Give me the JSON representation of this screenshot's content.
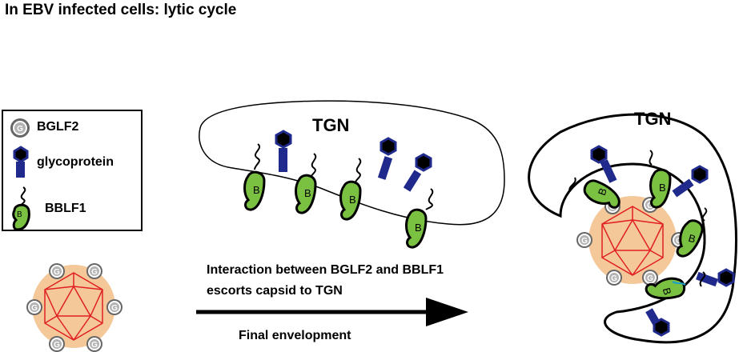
{
  "title": "In EBV infected cells: lytic cycle",
  "legend": {
    "bglf2": "BGLF2",
    "glycoprotein": "glycoprotein",
    "bblf1": "BBLF1"
  },
  "glyph_letters": {
    "bglf2": "G",
    "bblf1": "B"
  },
  "tgn_label_left": "TGN",
  "tgn_label_right": "TGN",
  "caption": {
    "line1": "Interaction between BGLF2 and BBLF1",
    "line2": "escorts capsid to TGN",
    "line3": "Final envelopment"
  },
  "colors": {
    "bblf1_green": "#7ac142",
    "glycoprotein_blue": "#1f2a8c",
    "capsid_red": "#e02020",
    "capsid_halo": "#f5c89a",
    "bglf2_gray": "#b3b3b3"
  }
}
